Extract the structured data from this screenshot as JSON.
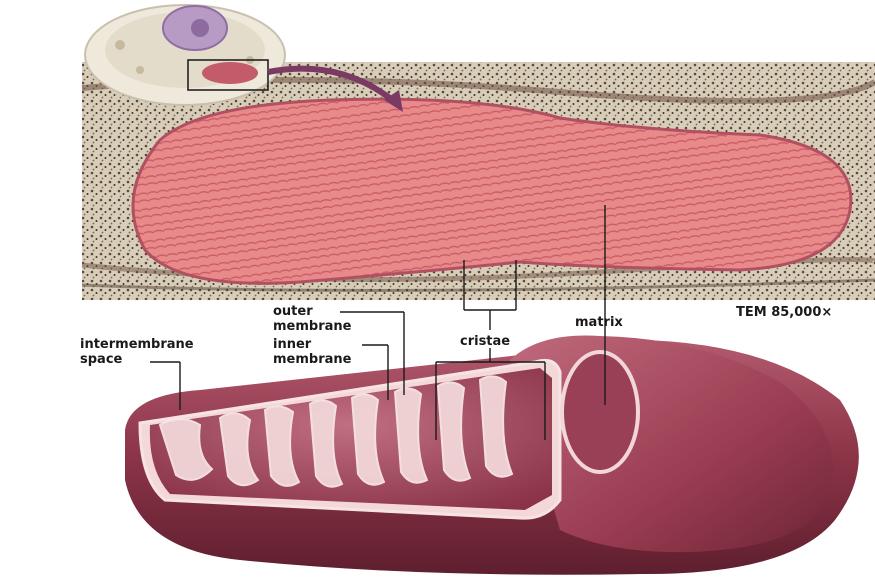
{
  "figure": {
    "image": "mitochondrion electron micrograph with cutaway illustration",
    "labels": {
      "magnification": "TEM 85,000×",
      "outer_membrane_line1": "outer",
      "outer_membrane_line2": "membrane",
      "inner_membrane_line1": "inner",
      "inner_membrane_line2": "membrane",
      "intermembrane_line1": "intermembrane",
      "intermembrane_line2": "space",
      "cristae": "cristae",
      "matrix": "matrix"
    }
  }
}
